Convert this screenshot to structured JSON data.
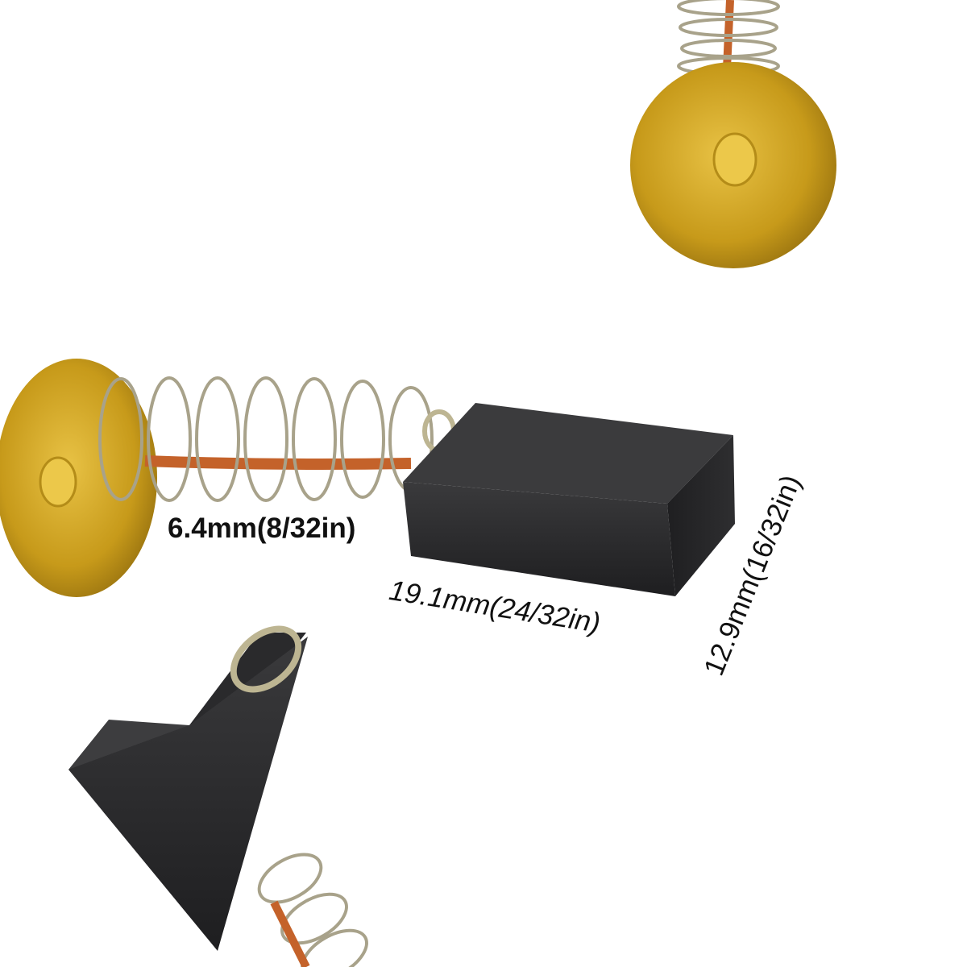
{
  "colors": {
    "background": "#ffffff",
    "brass": "#c79a1a",
    "brass_light": "#e8c245",
    "carbon": "#2e2e30",
    "copper_wire": "#c4622a",
    "spring_steel": "#a8a28a"
  },
  "dimensions": {
    "thickness": "6.4mm(8/32in)",
    "length": "19.1mm(24/32in)",
    "width": "12.9mm(16/32in)"
  }
}
